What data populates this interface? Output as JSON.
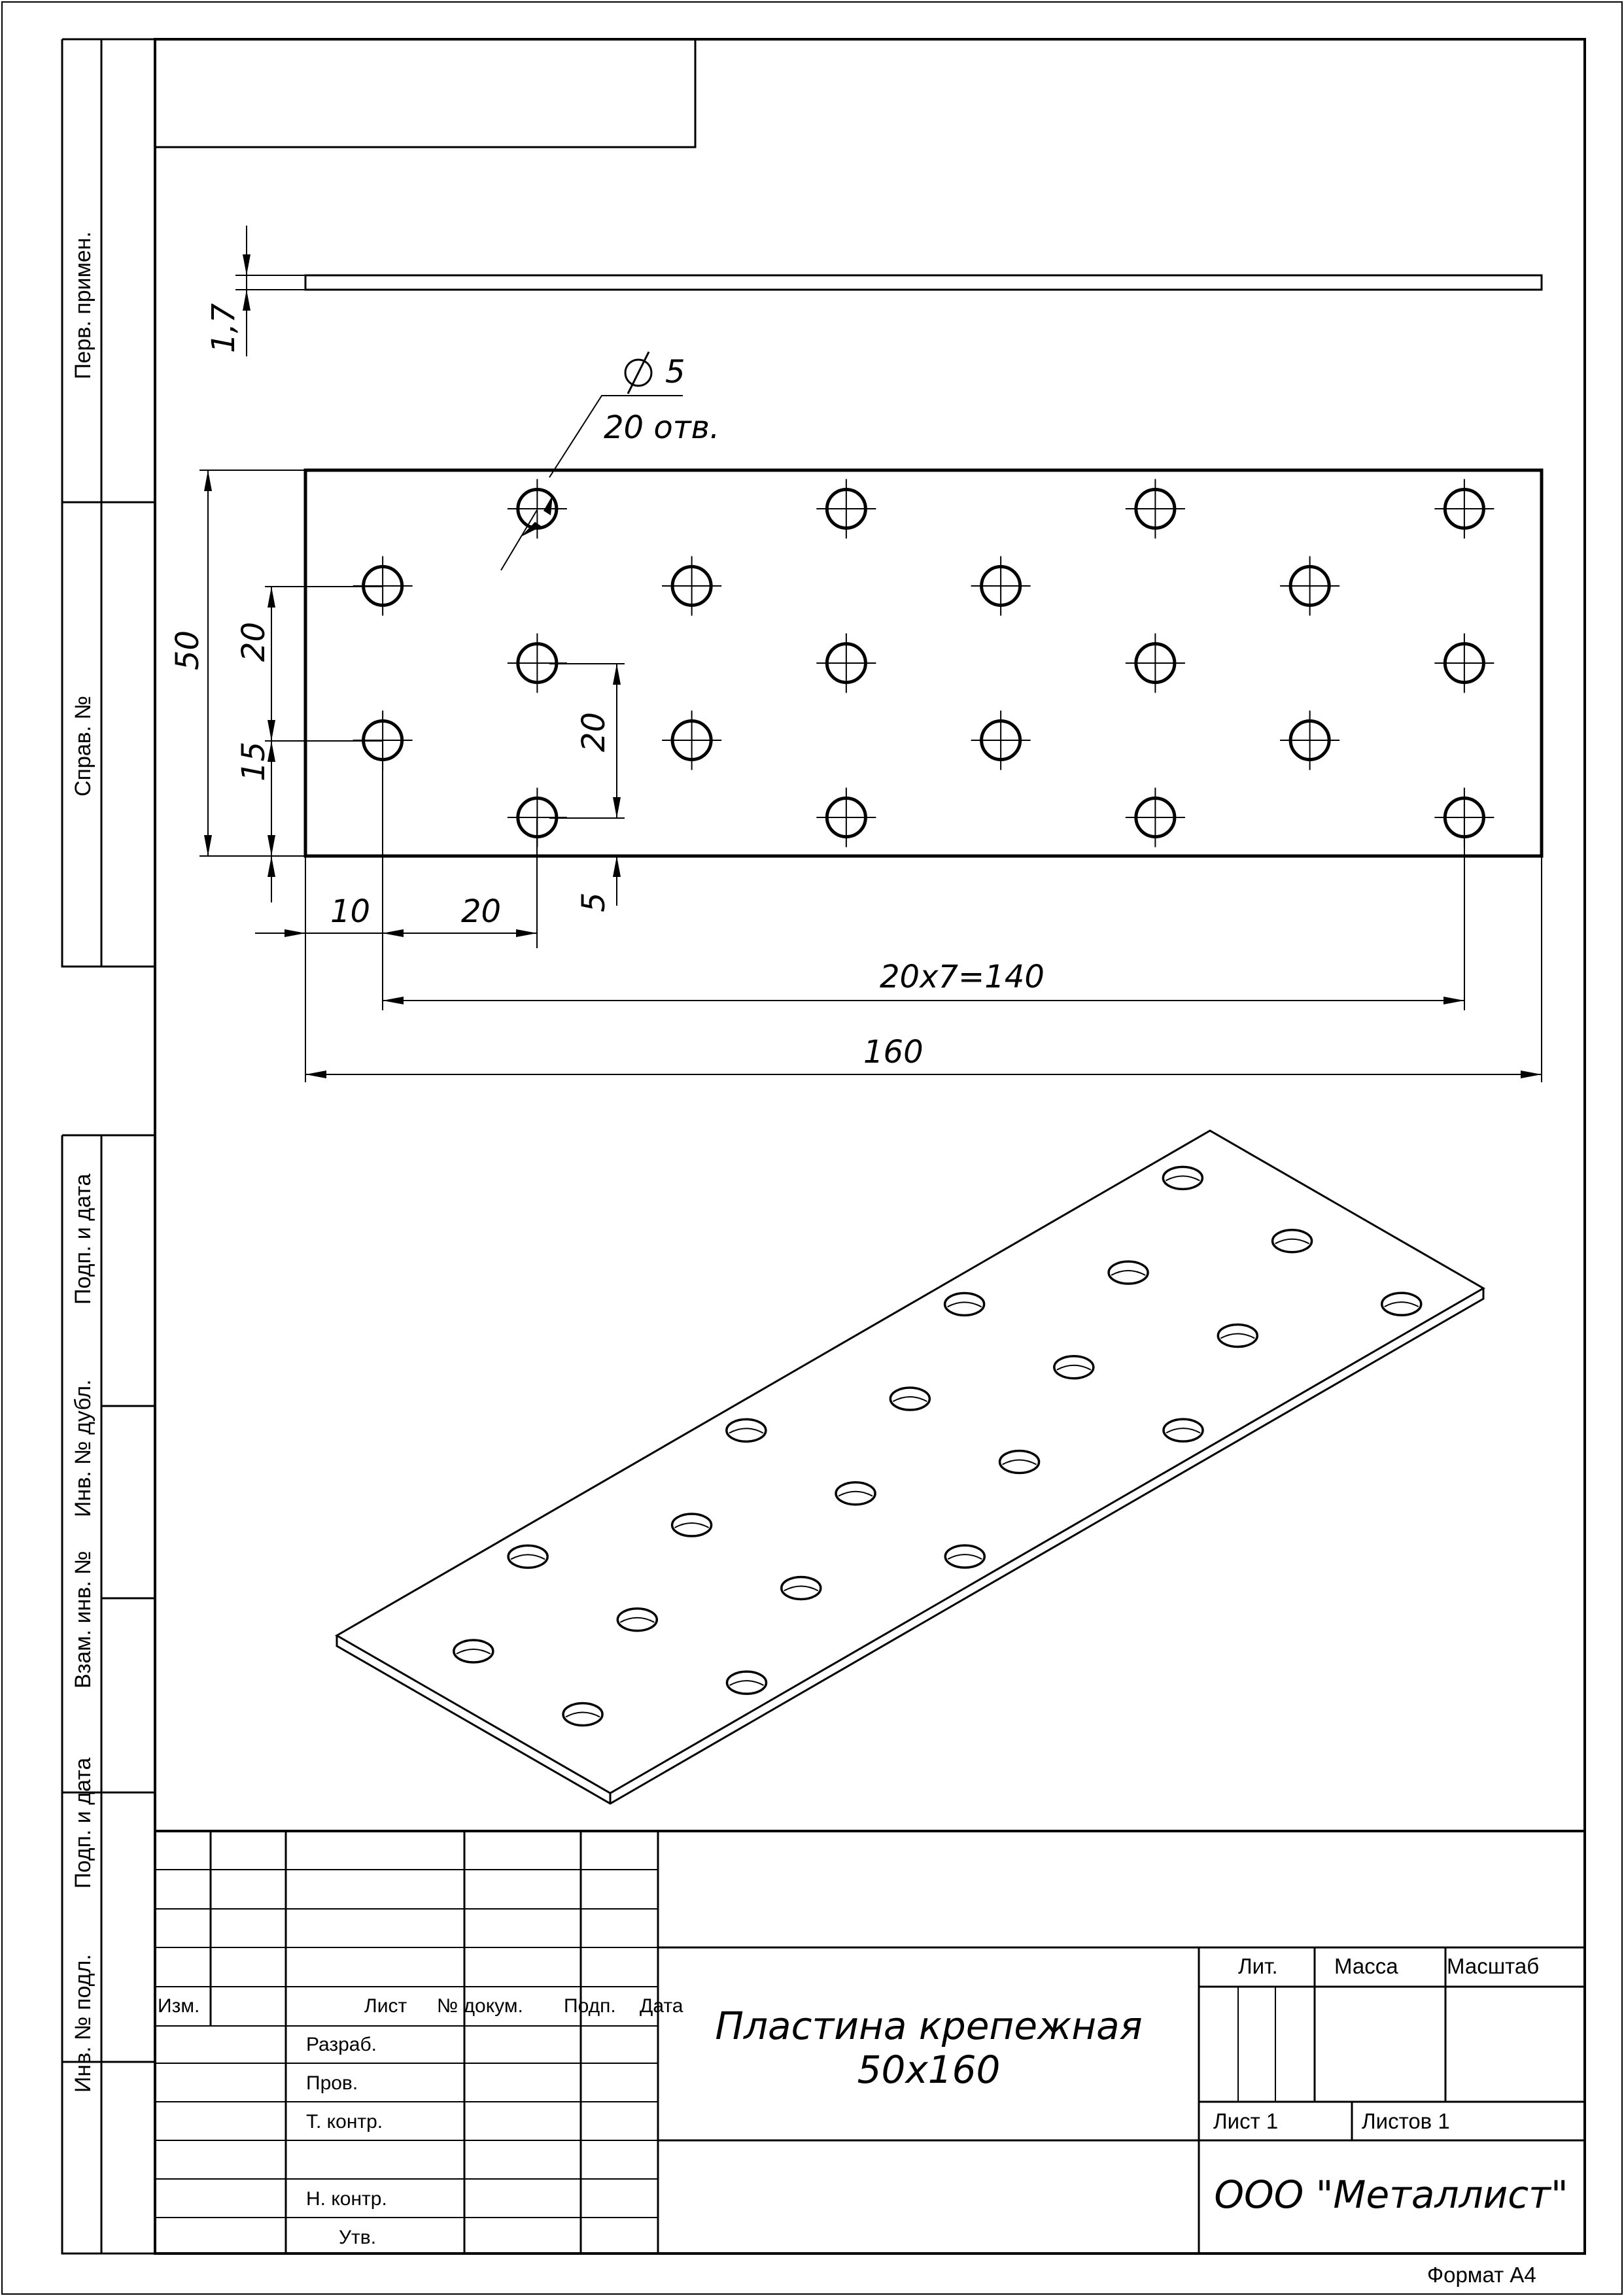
{
  "side_stamp": {
    "perv_primen": "Перв. примен.",
    "sprav_no": "Справ. №",
    "podp_data_1": "Подп. и дата",
    "inv_dubl": "Инв. № дубл.",
    "vzam_inv": "Взам. инв. №",
    "podp_data_2": "Подп. и дата",
    "inv_podl": "Инв. № подл."
  },
  "dimensions": {
    "thickness": "1,7",
    "hole_diameter": "5",
    "hole_count": "20 отв.",
    "height": "50",
    "vertical_pitch_left": "20",
    "bottom_offset_left": "15",
    "vertical_pitch_mid": "20",
    "bottom_offset_mid": "5",
    "edge_offset": "10",
    "horizontal_step": "20",
    "chain": "20x7=140",
    "length": "160"
  },
  "title_block": {
    "columns": {
      "izm": "Изм.",
      "list": "Лист",
      "no_dokum": "№ докум.",
      "podp": "Подп.",
      "data": "Дата"
    },
    "rows": {
      "razrab": "Разраб.",
      "prov": "Пров.",
      "t_kontr": "Т. контр.",
      "n_kontr": "Н. контр.",
      "utv": "Утв."
    },
    "name_line1": "Пластина крепежная",
    "name_line2": "50x160",
    "lit": "Лит.",
    "massa": "Масса",
    "masshtab": "Масштаб",
    "list_no": "Лист 1",
    "listov": "Листов 1",
    "organization": "ООО \"Металлист\"",
    "format": "Формат А4"
  }
}
